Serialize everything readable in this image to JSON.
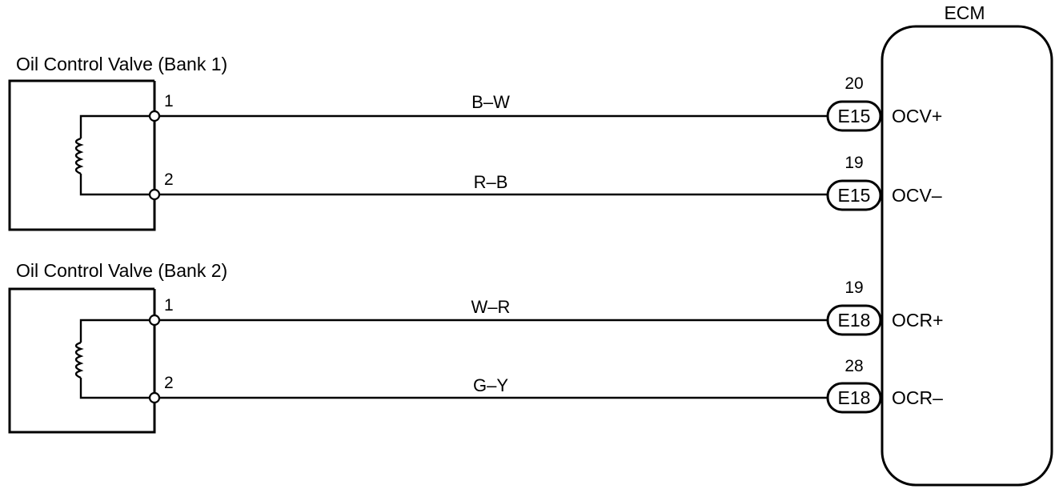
{
  "ecm": {
    "title": "ECM"
  },
  "components": [
    {
      "title": "Oil Control Valve (Bank 1)",
      "pins": [
        "1",
        "2"
      ]
    },
    {
      "title": "Oil Control Valve (Bank 2)",
      "pins": [
        "1",
        "2"
      ]
    }
  ],
  "wires": [
    {
      "color": "B–W",
      "connector": "E15",
      "terminal": "20",
      "signal": "OCV+"
    },
    {
      "color": "R–B",
      "connector": "E15",
      "terminal": "19",
      "signal": "OCV–"
    },
    {
      "color": "W–R",
      "connector": "E18",
      "terminal": "19",
      "signal": "OCR+"
    },
    {
      "color": "G–Y",
      "connector": "E18",
      "terminal": "28",
      "signal": "OCR–"
    }
  ]
}
